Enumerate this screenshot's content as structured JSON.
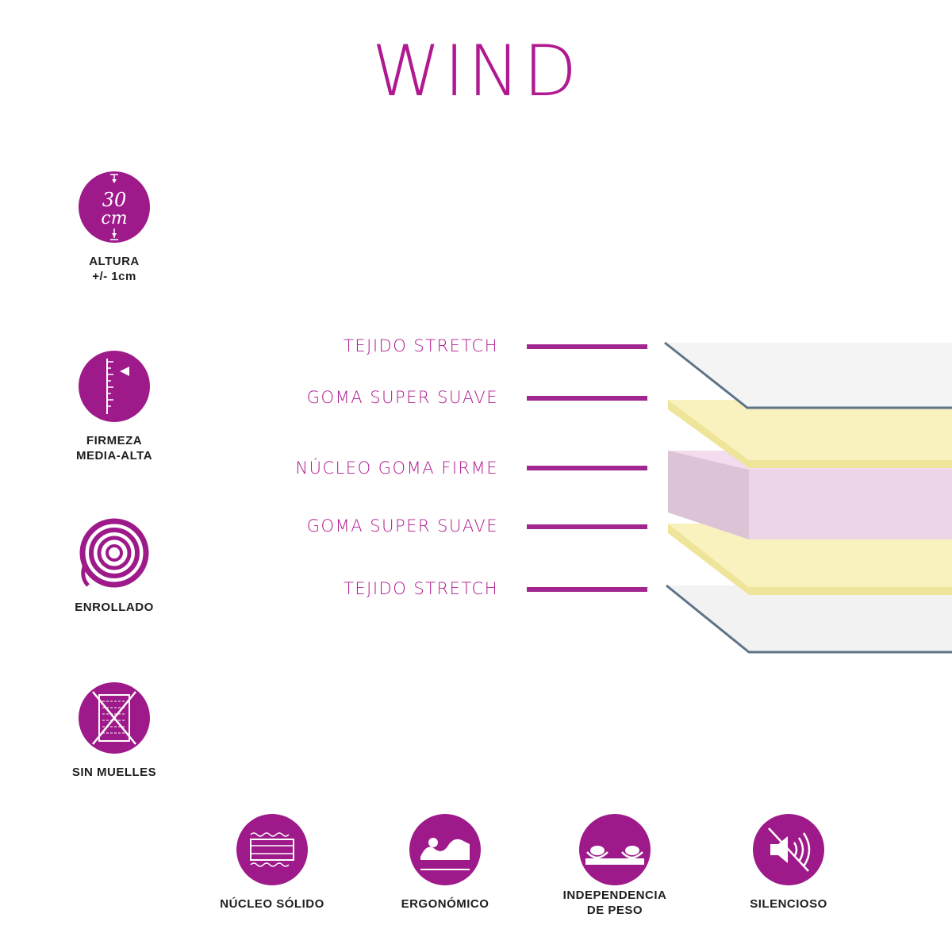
{
  "title": "WIND",
  "colors": {
    "accent": "#b0198f",
    "icon_bg": "#9e1a8a",
    "stretch_layer": "#f4f4f4",
    "soft_layer": "#f9f2bf",
    "core_layer": "#f0d6ea",
    "edge": "#5e7488"
  },
  "side_features": [
    {
      "icon": "height-30cm-icon",
      "icon_text_1": "30",
      "icon_text_2": "cm",
      "label_1": "ALTURA",
      "label_2": "+/- 1cm"
    },
    {
      "icon": "firmness-scale-icon",
      "label_1": "FIRMEZA",
      "label_2": "MEDIA-ALTA"
    },
    {
      "icon": "rolled-spiral-icon",
      "label_1": "ENROLLADO"
    },
    {
      "icon": "no-springs-icon",
      "label_1": "SIN MUELLES"
    }
  ],
  "layers": [
    {
      "label": "TEJIDO STRETCH"
    },
    {
      "label": "GOMA SUPER SUAVE"
    },
    {
      "label": "NÚCLEO GOMA FIRME"
    },
    {
      "label": "GOMA SUPER SUAVE"
    },
    {
      "label": "TEJIDO STRETCH"
    }
  ],
  "bottom_features": [
    {
      "icon": "solid-core-icon",
      "label_1": "NÚCLEO SÓLIDO"
    },
    {
      "icon": "ergonomic-icon",
      "label_1": "ERGONÓMICO"
    },
    {
      "icon": "weight-independence-icon",
      "label_1": "INDEPENDENCIA",
      "label_2": "DE PESO"
    },
    {
      "icon": "silent-icon",
      "label_1": "SILENCIOSO"
    }
  ]
}
